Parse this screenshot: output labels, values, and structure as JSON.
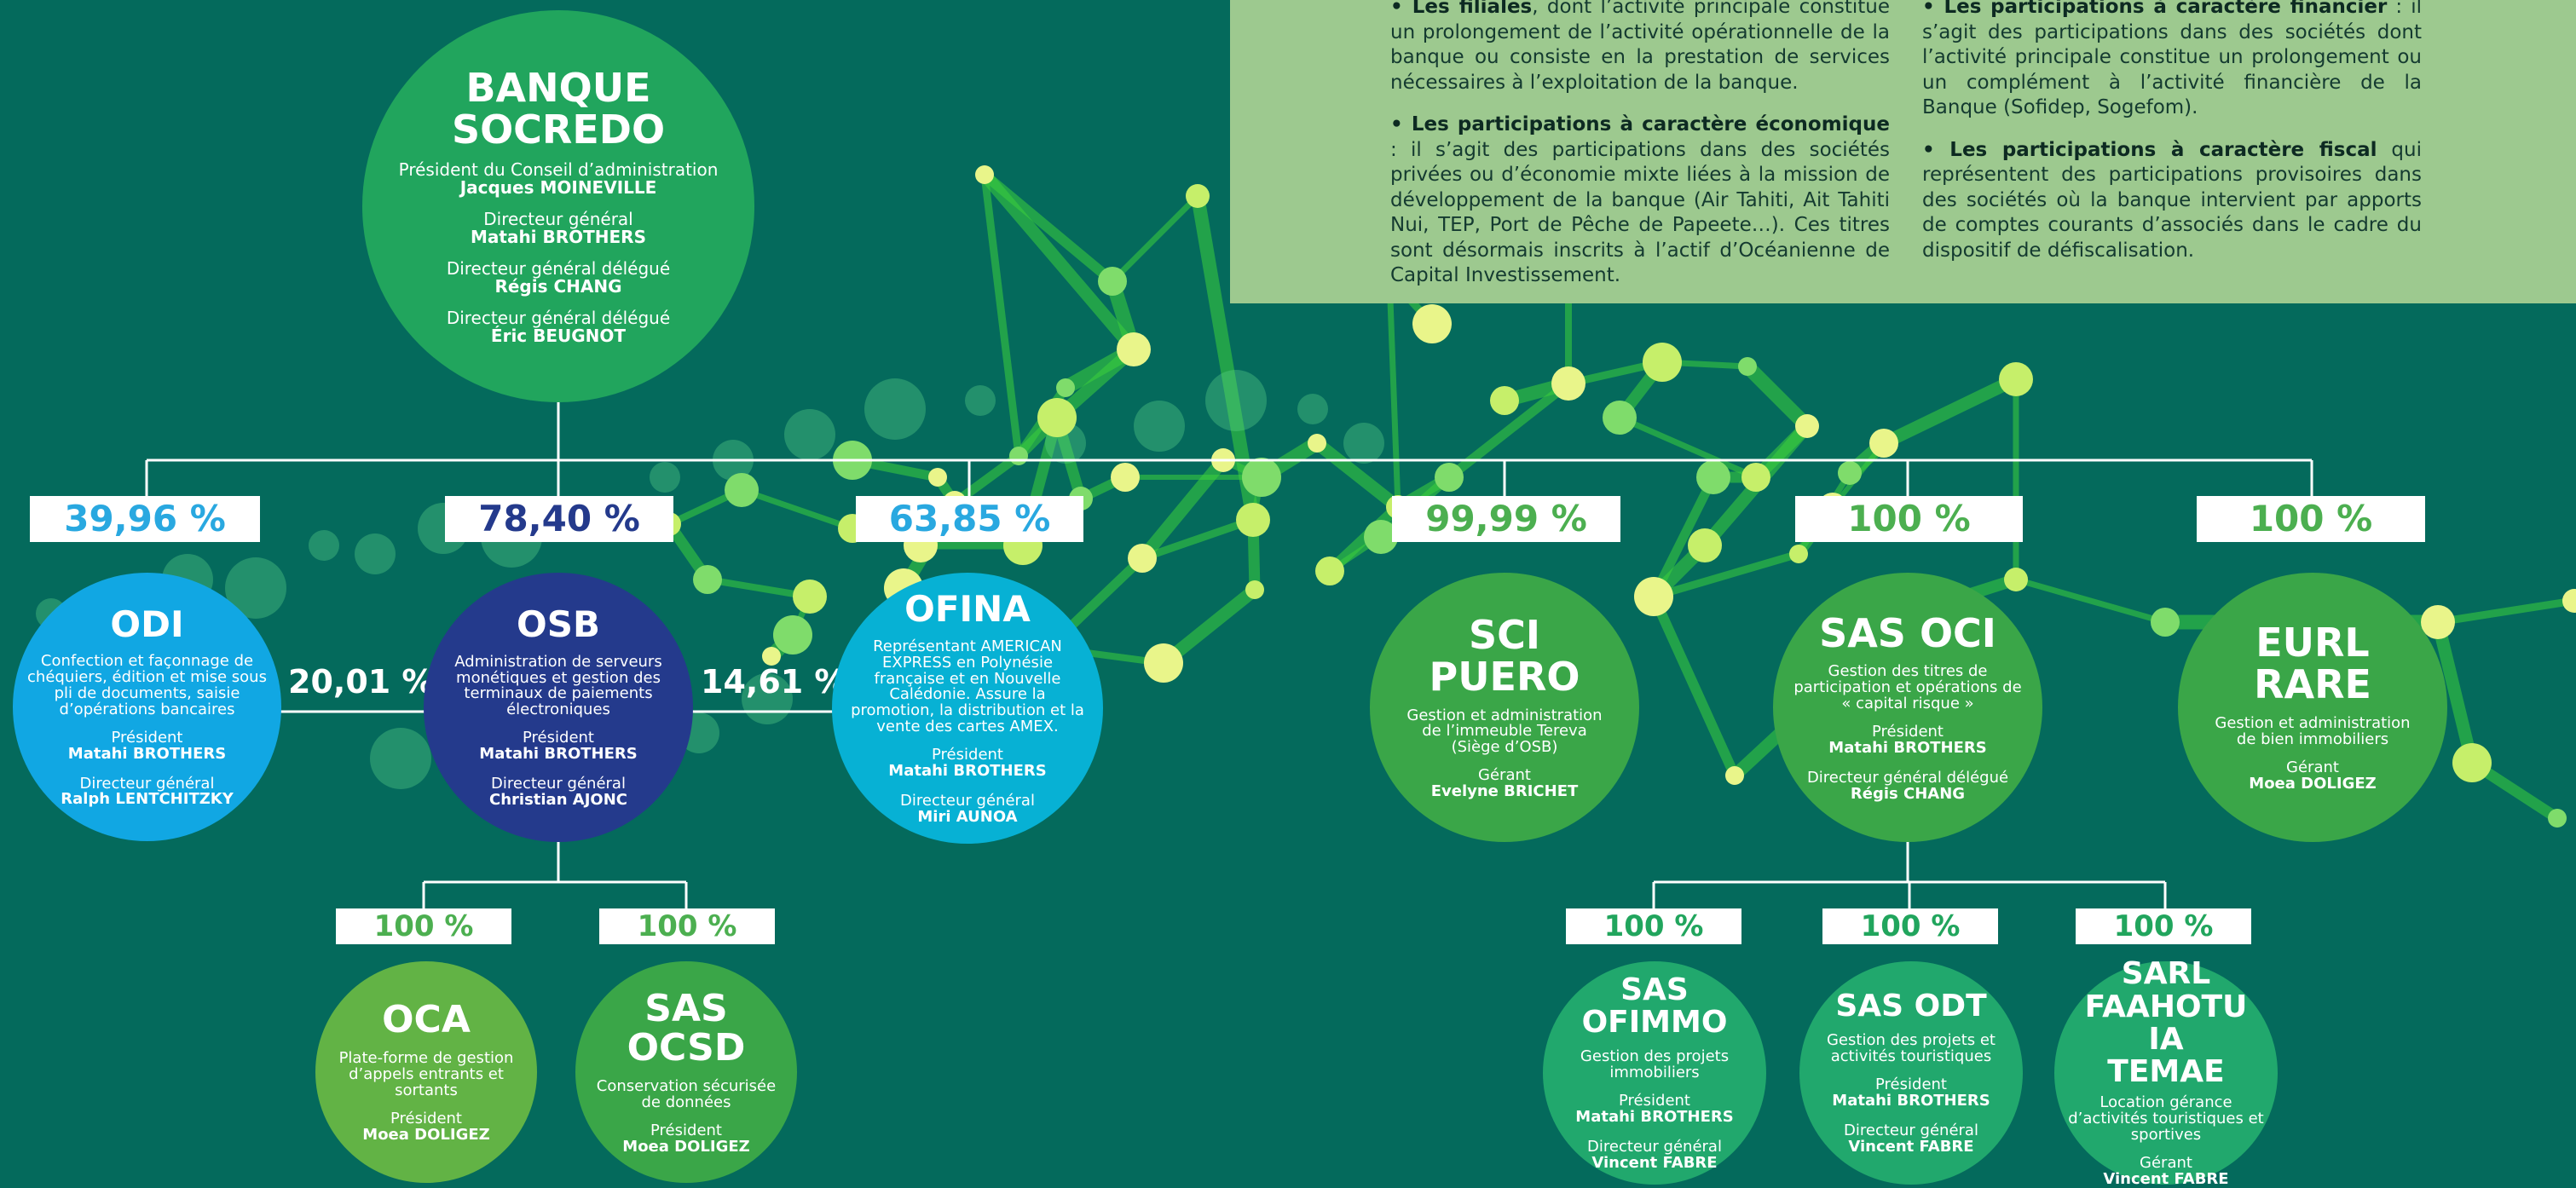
{
  "colors": {
    "background": "#046a5c",
    "info_box": "#9dc98f",
    "line": "#ffffff",
    "network_green": "#3dcf3d",
    "node_yellow": "#e9f58a",
    "pct_green": "#4caf50",
    "pct_blue": "#29a8e0",
    "pct_navy": "#243a8c"
  },
  "info": {
    "left": [
      {
        "bold": "• Les filiales",
        "text": ", dont l’activité principale constitue un prolongement de l’activité opérationnelle de la banque ou consiste en la prestation de services nécessaires à l’exploitation de la banque."
      },
      {
        "bold": "• Les participations à caractère économique",
        "text": " : il s’agit des participations dans des sociétés privées ou d’économie mixte liées à la mission de développement de la banque (Air Tahiti, Ait Tahiti Nui, TEP, Port de Pêche de Papeete…). Ces titres sont désormais inscrits à l’actif d’Océanienne de Capital Investissement."
      }
    ],
    "right": [
      {
        "bold": "• Les participations à caractère financier",
        "text": " : il s’agit des participations dans des sociétés dont l’activité principale constitue un prolongement ou un complément à l’activité financière de la Banque (Sofidep, Sogefom)."
      },
      {
        "bold": "• Les participations à caractère fiscal",
        "text": " qui représentent des participations provisoires dans des sociétés où la banque intervient par apports de comptes courants d’associés dans le cadre du dispositif de défiscalisation."
      }
    ]
  },
  "root": {
    "name_line1": "BANQUE",
    "name_line2": "SOCREDO",
    "people": [
      {
        "role": "Président du Conseil d’administration",
        "name": "Jacques MOINEVILLE"
      },
      {
        "role": "Directeur général",
        "name": "Matahi BROTHERS"
      },
      {
        "role": "Directeur général délégué",
        "name": "Régis CHANG"
      },
      {
        "role": "Directeur général délégué",
        "name": "Éric BEUGNOT"
      }
    ]
  },
  "entities": {
    "odi": {
      "pct": "39,96 %",
      "name": "ODI",
      "desc": "Confection et façonnage de chéquiers, édition et mise sous pli de documents, saisie d’opérations bancaires",
      "people": [
        {
          "role": "Président",
          "name": "Matahi BROTHERS"
        },
        {
          "role": "Directeur général",
          "name": "Ralph LENTCHITZKY"
        }
      ]
    },
    "osb": {
      "pct": "78,40 %",
      "name": "OSB",
      "desc": "Administration de serveurs monétiques et gestion des terminaux de paiements électroniques",
      "people": [
        {
          "role": "Président",
          "name": "Matahi BROTHERS"
        },
        {
          "role": "Directeur général",
          "name": "Christian AJONC"
        }
      ]
    },
    "ofina": {
      "pct": "63,85 %",
      "name": "OFINA",
      "desc": "Représentant AMERICAN EXPRESS en Polynésie française et en Nouvelle Calédonie. Assure la promotion, la distribution et la vente des cartes AMEX.",
      "people": [
        {
          "role": "Président",
          "name": "Matahi BROTHERS"
        },
        {
          "role": "Directeur général",
          "name": "Miri AUNOA"
        }
      ]
    },
    "sci": {
      "pct": "99,99 %",
      "name": "SCI PUERO",
      "desc": "Gestion et administration de l’immeuble Tereva (Siège d’OSB)",
      "people": [
        {
          "role": "Gérant",
          "name": "Evelyne BRICHET"
        }
      ]
    },
    "oci": {
      "pct": "100 %",
      "name": "SAS OCI",
      "desc": "Gestion des titres de participation et opérations de « capital risque »",
      "people": [
        {
          "role": "Président",
          "name": "Matahi BROTHERS"
        },
        {
          "role": "Directeur général délégué",
          "name": "Régis CHANG"
        }
      ]
    },
    "rare": {
      "pct": "100 %",
      "name": "EURL RARE",
      "desc": "Gestion et administration de bien immobiliers",
      "people": [
        {
          "role": "Gérant",
          "name": "Moea DOLIGEZ"
        }
      ]
    },
    "oca": {
      "pct": "100 %",
      "name": "OCA",
      "desc": "Plate-forme de gestion d’appels entrants et sortants",
      "people": [
        {
          "role": "Président",
          "name": "Moea DOLIGEZ"
        }
      ]
    },
    "ocsd": {
      "pct": "100 %",
      "name_line1": "SAS",
      "name_line2": "OCSD",
      "desc": "Conservation sécurisée de données",
      "people": [
        {
          "role": "Président",
          "name": "Moea DOLIGEZ"
        }
      ]
    },
    "ofimmo": {
      "pct": "100 %",
      "name": "SAS OFIMMO",
      "desc": "Gestion des projets immobiliers",
      "people": [
        {
          "role": "Président",
          "name": "Matahi BROTHERS"
        },
        {
          "role": "Directeur général",
          "name": "Vincent FABRE"
        }
      ]
    },
    "odt": {
      "pct": "100 %",
      "name": "SAS ODT",
      "desc": "Gestion des projets et activités touristiques",
      "people": [
        {
          "role": "Président",
          "name": "Matahi BROTHERS"
        },
        {
          "role": "Directeur général",
          "name": "Vincent FABRE"
        }
      ]
    },
    "faahotu": {
      "pct": "100 %",
      "name_line1": "SARL",
      "name_line2": "FAAHOTU IA",
      "name_line3": "TEMAE",
      "desc": "Location gérance d’activités touristiques et sportives",
      "people": [
        {
          "role": "Gérant",
          "name": "Vincent FABRE"
        }
      ]
    }
  },
  "cross": {
    "odi_osb": "20,01 %",
    "osb_ofina": "14,61 %"
  }
}
